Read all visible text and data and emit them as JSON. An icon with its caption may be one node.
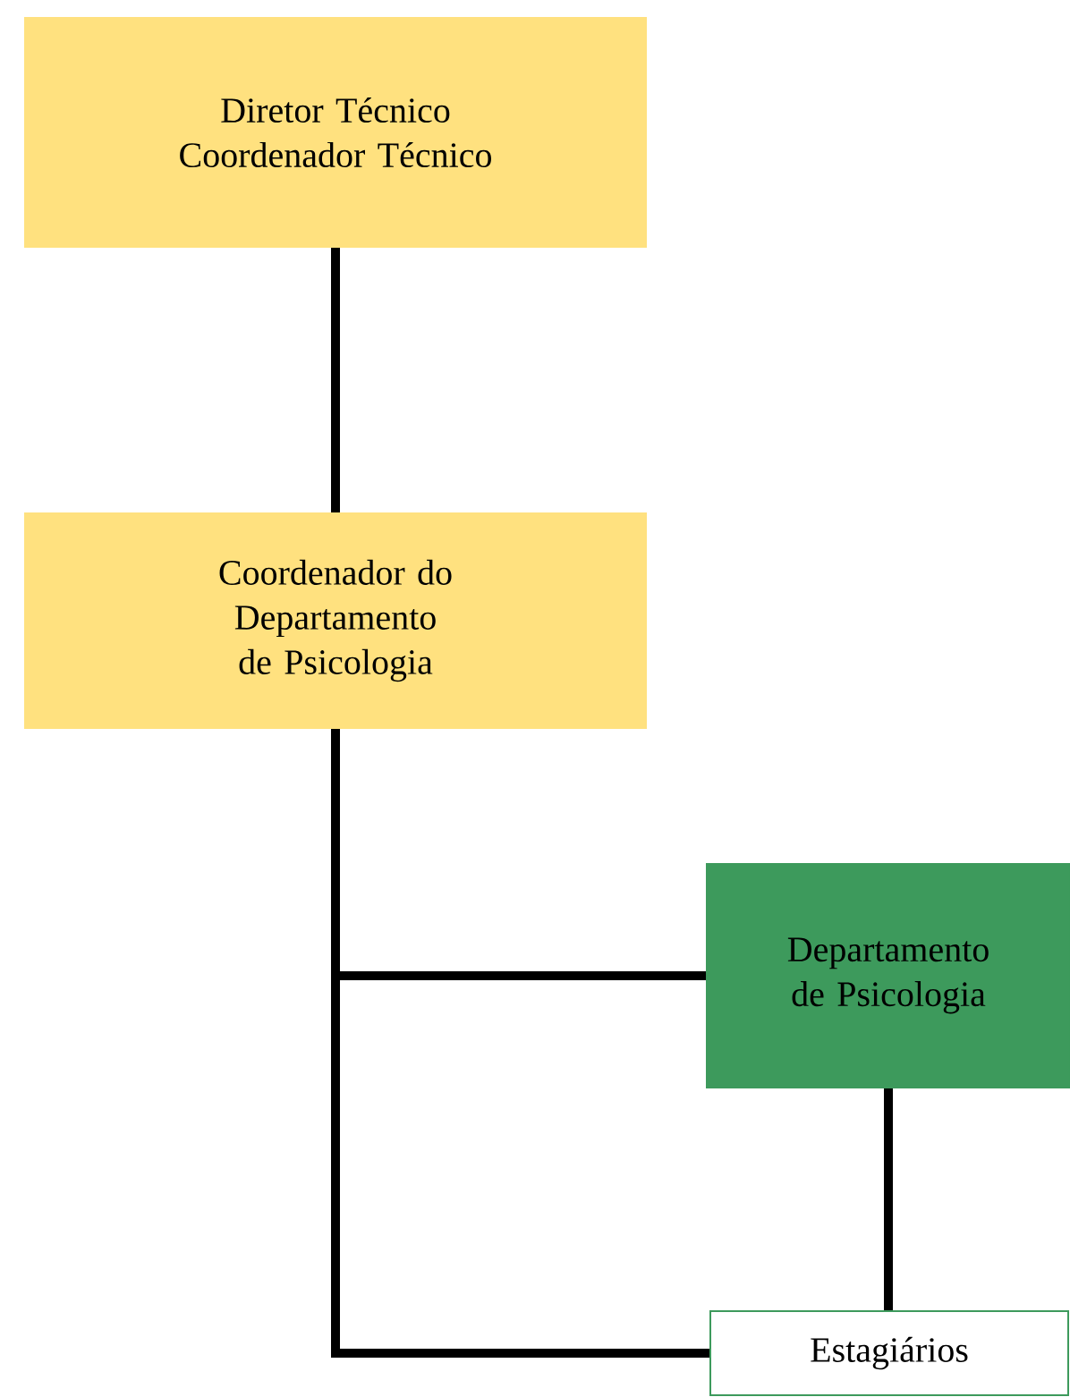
{
  "diagram": {
    "nodes": [
      {
        "text": [
          "Diretor Técnico",
          "Coordenador Técnico"
        ]
      },
      {
        "text": [
          "Coordenador do Departamento de Psicologia"
        ]
      },
      {
        "text": [
          "Departamento de Psicologia"
        ]
      },
      {
        "text": [
          "Estagiários"
        ]
      }
    ],
    "edges": [
      {
        "from": 0,
        "to": 1,
        "arrow": "none"
      },
      {
        "from": 1,
        "to": 2,
        "arrow": "none"
      },
      {
        "from": 1,
        "to": 3,
        "arrow": "none"
      },
      {
        "from": 2,
        "to": 3,
        "arrow": "none"
      }
    ]
  }
}
